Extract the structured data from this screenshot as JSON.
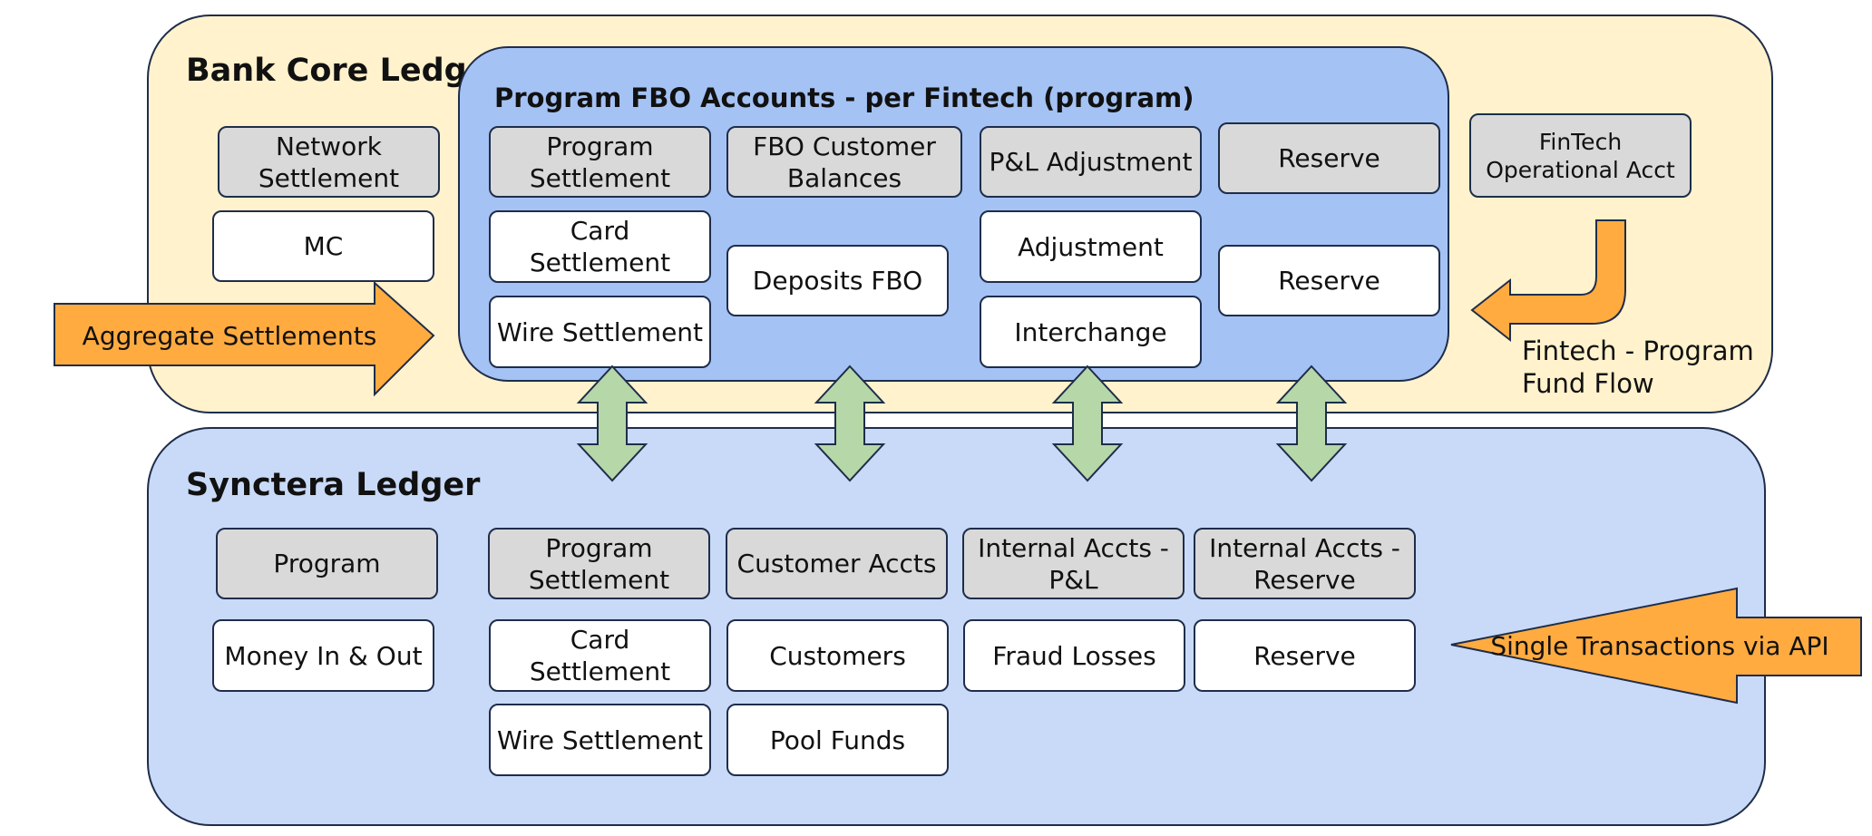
{
  "colors": {
    "bank_core_panel": "#fff2cc",
    "fbo_panel": "#a4c2f4",
    "synctera_panel": "#c9daf8",
    "header_box": "#d9d9d9",
    "account_box": "#ffffff",
    "orange_arrow": "#ffab40",
    "green_arrow": "#b6d7a8",
    "outline": "#1f2d4a"
  },
  "bank_core": {
    "title": "Bank Core Ledger",
    "network_settlement": "Network Settlement",
    "mc": "MC",
    "fintech_operational": "FinTech Operational Acct",
    "fund_flow_label": "Fintech - Program\nFund Flow"
  },
  "fbo": {
    "title": "Program FBO Accounts - per Fintech (program)",
    "headers": [
      "Program Settlement",
      "FBO Customer Balances",
      "P&L Adjustment",
      "Reserve"
    ],
    "accounts": {
      "card_settlement": "Card Settlement",
      "wire_settlement": "Wire Settlement",
      "deposits_fbo": "Deposits FBO",
      "adjustment": "Adjustment",
      "interchange": "Interchange",
      "reserve": "Reserve"
    }
  },
  "synctera": {
    "title": "Synctera Ledger",
    "program": "Program",
    "money_in_out": "Money In & Out",
    "headers": [
      "Program Settlement",
      "Customer Accts",
      "Internal Accts - P&L",
      "Internal Accts - Reserve"
    ],
    "accounts": {
      "card_settlement": "Card Settlement",
      "wire_settlement": "Wire Settlement",
      "customers": "Customers",
      "pool_funds": "Pool Funds",
      "fraud_losses": "Fraud Losses",
      "reserve": "Reserve"
    }
  },
  "arrows": {
    "aggregate_settlements": "Aggregate Settlements",
    "single_transactions": "Single Transactions via API",
    "sync_link_icon": "double-headed-vertical-arrow"
  }
}
